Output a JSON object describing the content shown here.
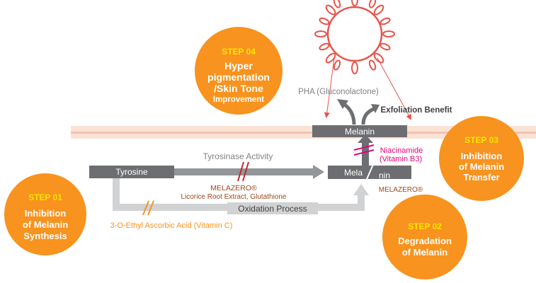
{
  "steps": {
    "step01": {
      "label": "STEP 01",
      "line1": "Inhibition",
      "line2": "of Melanin",
      "line3": "Synthesis"
    },
    "step02": {
      "label": "STEP 02",
      "line1": "Degradation",
      "line2": "of Melanin"
    },
    "step03": {
      "label": "STEP 03",
      "line1": "Inhibition",
      "line2": "of Melanin",
      "line3": "Transfer"
    },
    "step04": {
      "label": "STEP 04",
      "line1": "Hyper",
      "line2": "pigmentation",
      "line3": "/Skin Tone",
      "line4": "Improvement"
    }
  },
  "labels": {
    "tyrosine": "Tyrosine",
    "tyrosinase_activity": "Tyrosinase Activity",
    "melazero_1": "MELAZERO®",
    "melazero_1_sub": "Licorice Root Extract, Glutathione",
    "oxidation": "Oxidation Process",
    "ascorbic": "3-O-Ethyl Ascorbic Acid (Vitamin C)",
    "mela": "Mela",
    "nin": "nin",
    "melazero_2": "MELAZERO®",
    "niacinamide": "Niacinamide",
    "vitamin_b3": "(Vitamin B3)",
    "melanin_top": "Melanin",
    "pha": "PHA (Gluconolactone)",
    "exfoliation": "Exfoliation Benefit"
  },
  "colors": {
    "orange": "#f7931e",
    "step_yellow": "#ffe600",
    "dark_grey": "#6d6e71",
    "light_grey": "#d1d2d4",
    "band": "#f9d9cc",
    "brown": "#9b4a1c",
    "magenta": "#e6007e",
    "sun": "#e8534a"
  }
}
